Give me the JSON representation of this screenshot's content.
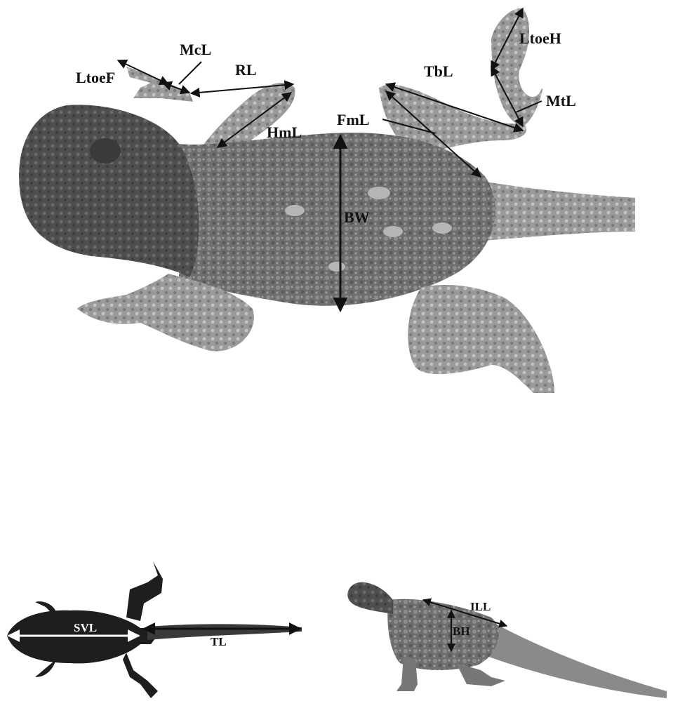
{
  "figure": {
    "colors": {
      "background": "#ffffff",
      "skin_dark": "#4a4a4a",
      "skin_mid": "#7a7a7a",
      "skin_light": "#b8b8b8",
      "silhouette": "#1e1e1e",
      "arrow": "#111111",
      "arrow_white": "#ffffff"
    },
    "top_view": {
      "labels": {
        "ltoef": "LtoeF",
        "mcl": "McL",
        "rl": "RL",
        "hml": "HmL",
        "bw": "BW",
        "fml": "FmL",
        "tbl": "TbL",
        "ltoeh": "LtoeH",
        "mtl": "MtL"
      }
    },
    "silhouette_view": {
      "labels": {
        "svl": "SVL",
        "tl": "TL"
      }
    },
    "side_view": {
      "labels": {
        "ill": "ILL",
        "bh": "BH"
      }
    }
  }
}
